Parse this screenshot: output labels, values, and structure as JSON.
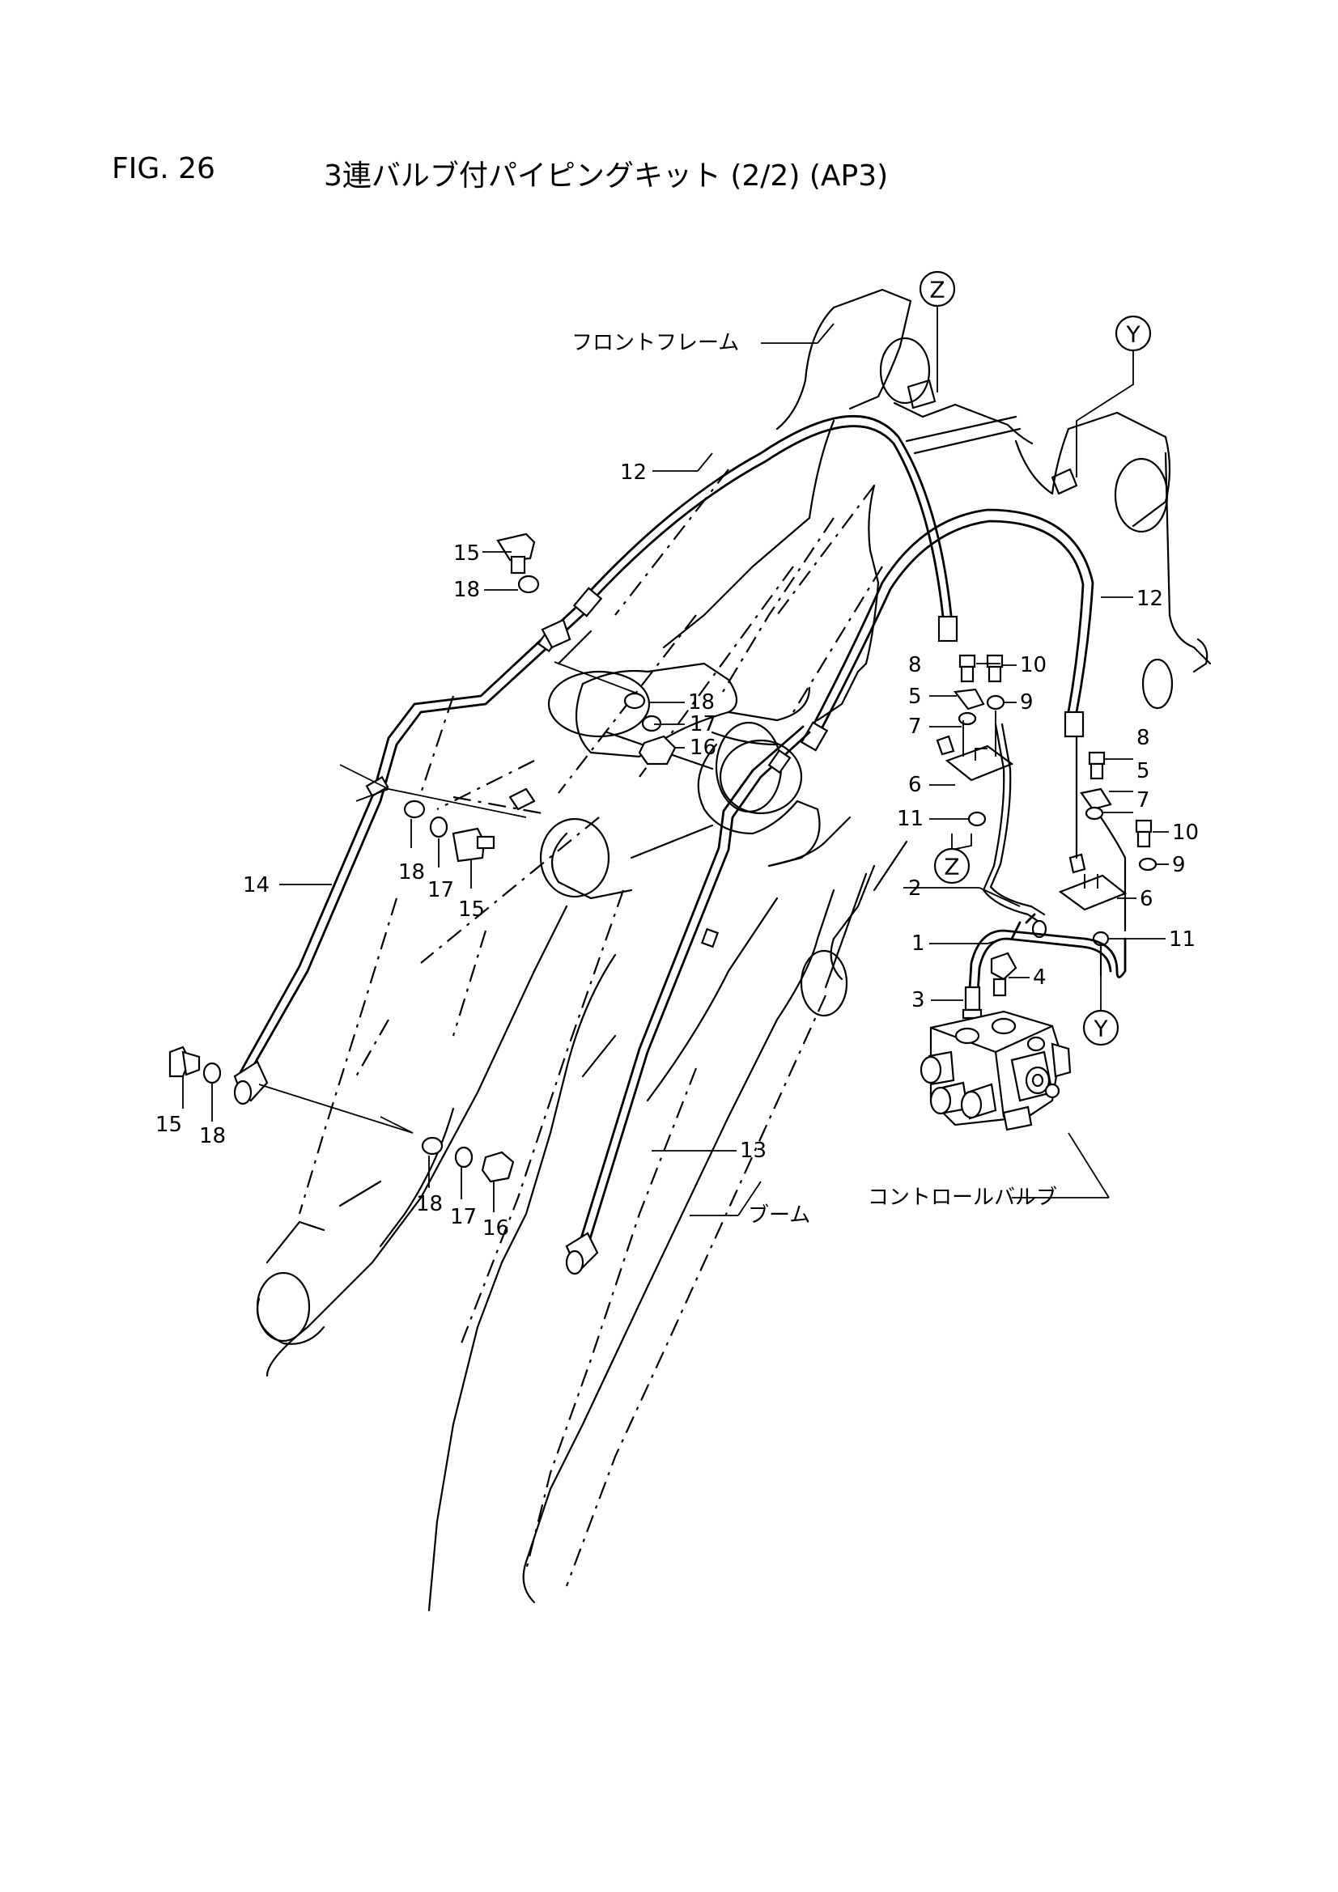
{
  "figure": {
    "number": "FIG. 26",
    "title": "3連バルブ付パイピングキット (2/2) (AP3)"
  },
  "components": {
    "front_frame": "フロントフレーム",
    "boom": "ブーム",
    "control_valve": "コントロールバルブ"
  },
  "view_refs": [
    "Z",
    "Y",
    "Z",
    "Y"
  ],
  "callouts": [
    "12",
    "15",
    "18",
    "18",
    "17",
    "16",
    "14",
    "18",
    "17",
    "15",
    "15",
    "18",
    "18",
    "17",
    "16",
    "12",
    "8",
    "10",
    "5",
    "9",
    "7",
    "6",
    "11",
    "2",
    "1",
    "3",
    "4",
    "8",
    "5",
    "7",
    "10",
    "9",
    "6",
    "11",
    "13"
  ]
}
